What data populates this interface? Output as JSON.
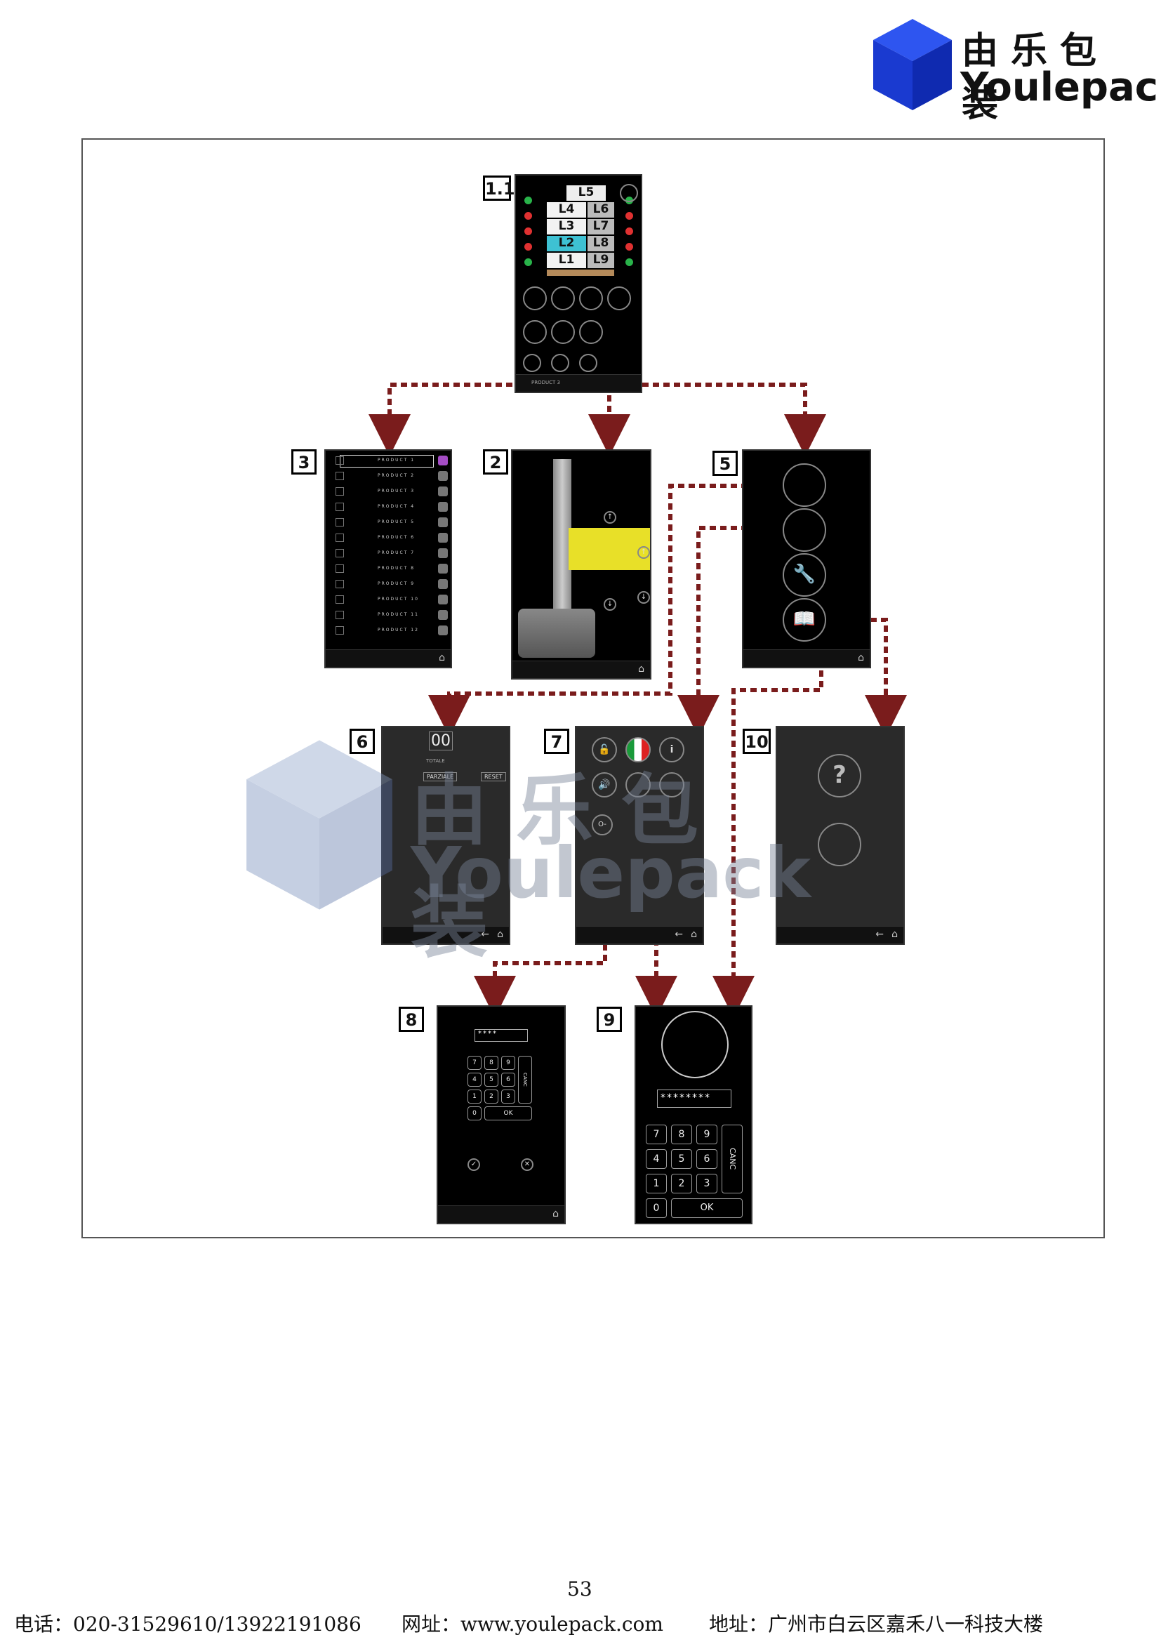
{
  "header": {
    "logo_cn": "由乐包装",
    "logo_en": "Youlepack"
  },
  "watermark": {
    "cn": "由乐包装",
    "en": "Youlepack"
  },
  "diagram": {
    "tags": {
      "t11": "1.1",
      "t2": "2",
      "t3": "3",
      "t5": "5",
      "t6": "6",
      "t7": "7",
      "t8": "8",
      "t9": "9",
      "t10": "10"
    },
    "screen_1_1": {
      "layers": [
        "L5",
        "L4",
        "L6",
        "L3",
        "L7",
        "L2",
        "L8",
        "L1",
        "L9"
      ],
      "footer_label": "PRODUCT 3"
    },
    "screen_3": {
      "products": [
        "PRODUCT 1",
        "PRODUCT 2",
        "PRODUCT 3",
        "PRODUCT 4",
        "PRODUCT 5",
        "PRODUCT 6",
        "PRODUCT 7",
        "PRODUCT 8",
        "PRODUCT 9",
        "PRODUCT 10",
        "PRODUCT 11",
        "PRODUCT 12"
      ]
    },
    "screen_6": {
      "counter": "00",
      "totale": "TOTALE",
      "parziale": "PARZIALE",
      "reset": "RESET"
    },
    "screen_8": {
      "password": "****",
      "keys": [
        "7",
        "8",
        "9",
        "4",
        "5",
        "6",
        "1",
        "2",
        "3",
        "0"
      ],
      "ok": "OK",
      "canc": "CANC"
    },
    "screen_9": {
      "password": "********",
      "keys": [
        "7",
        "8",
        "9",
        "4",
        "5",
        "6",
        "1",
        "2",
        "3",
        "0"
      ],
      "ok": "OK",
      "canc": "CANC"
    }
  },
  "footer": {
    "page_number": "53",
    "phone": "电话：020-31529610/13922191086",
    "website": "网址：www.youlepack.com",
    "address": "地址：广州市白云区嘉禾八一科技大楼"
  },
  "colors": {
    "logo_blue": "#1e3fd8",
    "arrow": "#7a1c1c",
    "highlight_layer": "#3ec1d3"
  }
}
